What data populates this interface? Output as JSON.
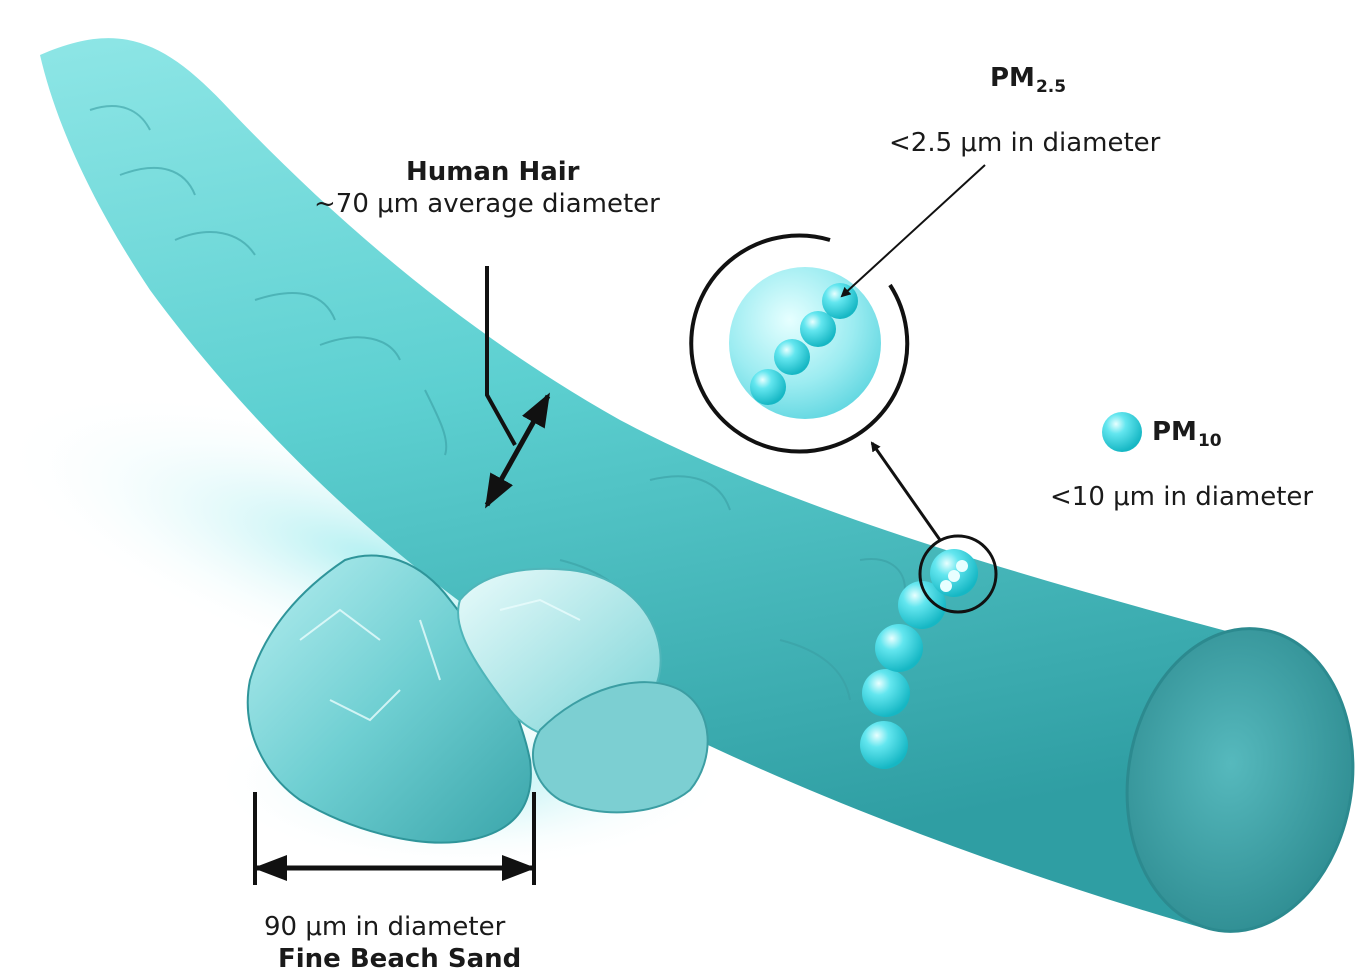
{
  "human_hair": {
    "title": "Human Hair",
    "size": "~70 μm average diameter"
  },
  "pm25": {
    "label_main": "PM",
    "label_sub": "2.5",
    "size": "<2.5 μm in diameter"
  },
  "pm10": {
    "label_main": "PM",
    "label_sub": "10",
    "size": "<10 μm in diameter"
  },
  "sand": {
    "size": "90 μm in diameter",
    "title": "Fine Beach Sand"
  },
  "colors": {
    "hair": "#5fd3d3",
    "hair_dark": "#3aa9ad",
    "particle": "#33d6e0",
    "sand": "#7fd6d8",
    "text": "#1a1a1a",
    "shadow": "#bff2f3"
  }
}
